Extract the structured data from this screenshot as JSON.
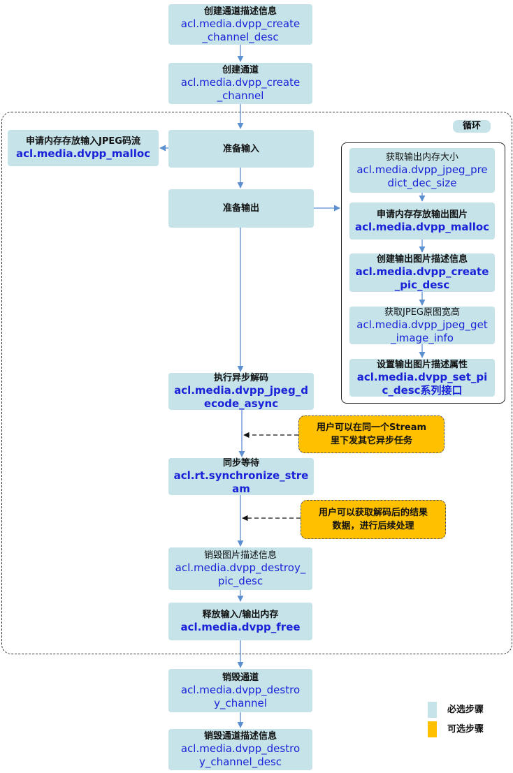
{
  "nodes": {
    "create_desc": {
      "label": "创建通道描述信息",
      "api": "acl.media.dvpp_create",
      "api2": "_channel_desc"
    },
    "create_chan": {
      "label": "创建通道",
      "api": "acl.media.dvpp_create",
      "api2": "_channel"
    },
    "input_malloc": {
      "label": "申请内存存放输入JPEG码流",
      "api": "acl.media.dvpp_malloc"
    },
    "prep_in": {
      "label": "准备输入"
    },
    "prep_out": {
      "label": "准备输出"
    },
    "decode": {
      "label": "执行异步解码",
      "api": "acl.media.dvpp_jpeg_d",
      "api2": "ecode_async"
    },
    "sync": {
      "label": "同步等待",
      "api": "acl.rt.synchronize_stre",
      "api2": "am"
    },
    "destroy_pic": {
      "label": "销毁图片描述信息",
      "api": "acl.media.dvpp_destroy_",
      "api2": "pic_desc"
    },
    "free": {
      "label": "释放输入/输出内存",
      "api": "acl.media.dvpp_free"
    },
    "destroy_chan": {
      "label": "销毁通道",
      "api": "acl.media.dvpp_destro",
      "api2": "y_channel"
    },
    "destroy_desc": {
      "label": "销毁通道描述信息",
      "api": "acl.media.dvpp_destro",
      "api2": "y_channel_desc"
    }
  },
  "sub": {
    "s1": {
      "label": "获取输出内存大小",
      "api": "acl.media.dvpp_jpeg_pre",
      "api2": "dict_dec_size"
    },
    "s2": {
      "label": "申请内存存放输出图片",
      "api": "acl.media.dvpp_malloc"
    },
    "s3": {
      "label": "创建输出图片描述信息",
      "api": "acl.media.dvpp_create",
      "api2": "_pic_desc"
    },
    "s4": {
      "label": "获取JPEG原图宽高",
      "api": "acl.media.dvpp_jpeg_get",
      "api2": "_image_info"
    },
    "s5": {
      "label": "设置输出图片描述属性",
      "api": "acl.media.dvpp_set_pi",
      "api2": "c_desc系列接口"
    }
  },
  "notes": {
    "n1": {
      "line1": "用户可以在同一个Stream",
      "line2": "里下发其它异步任务"
    },
    "n2": {
      "line1": "用户可以获取解码后的结果",
      "line2": "数据，进行后续处理"
    }
  },
  "loop_label": "循环",
  "legend": {
    "required": "必选步骤",
    "optional": "可选步骤"
  },
  "colors": {
    "required": "#c5e3e9",
    "optional": "#ffc000",
    "arrow": "#5b8fd0",
    "api_text": "#1a22d8"
  }
}
